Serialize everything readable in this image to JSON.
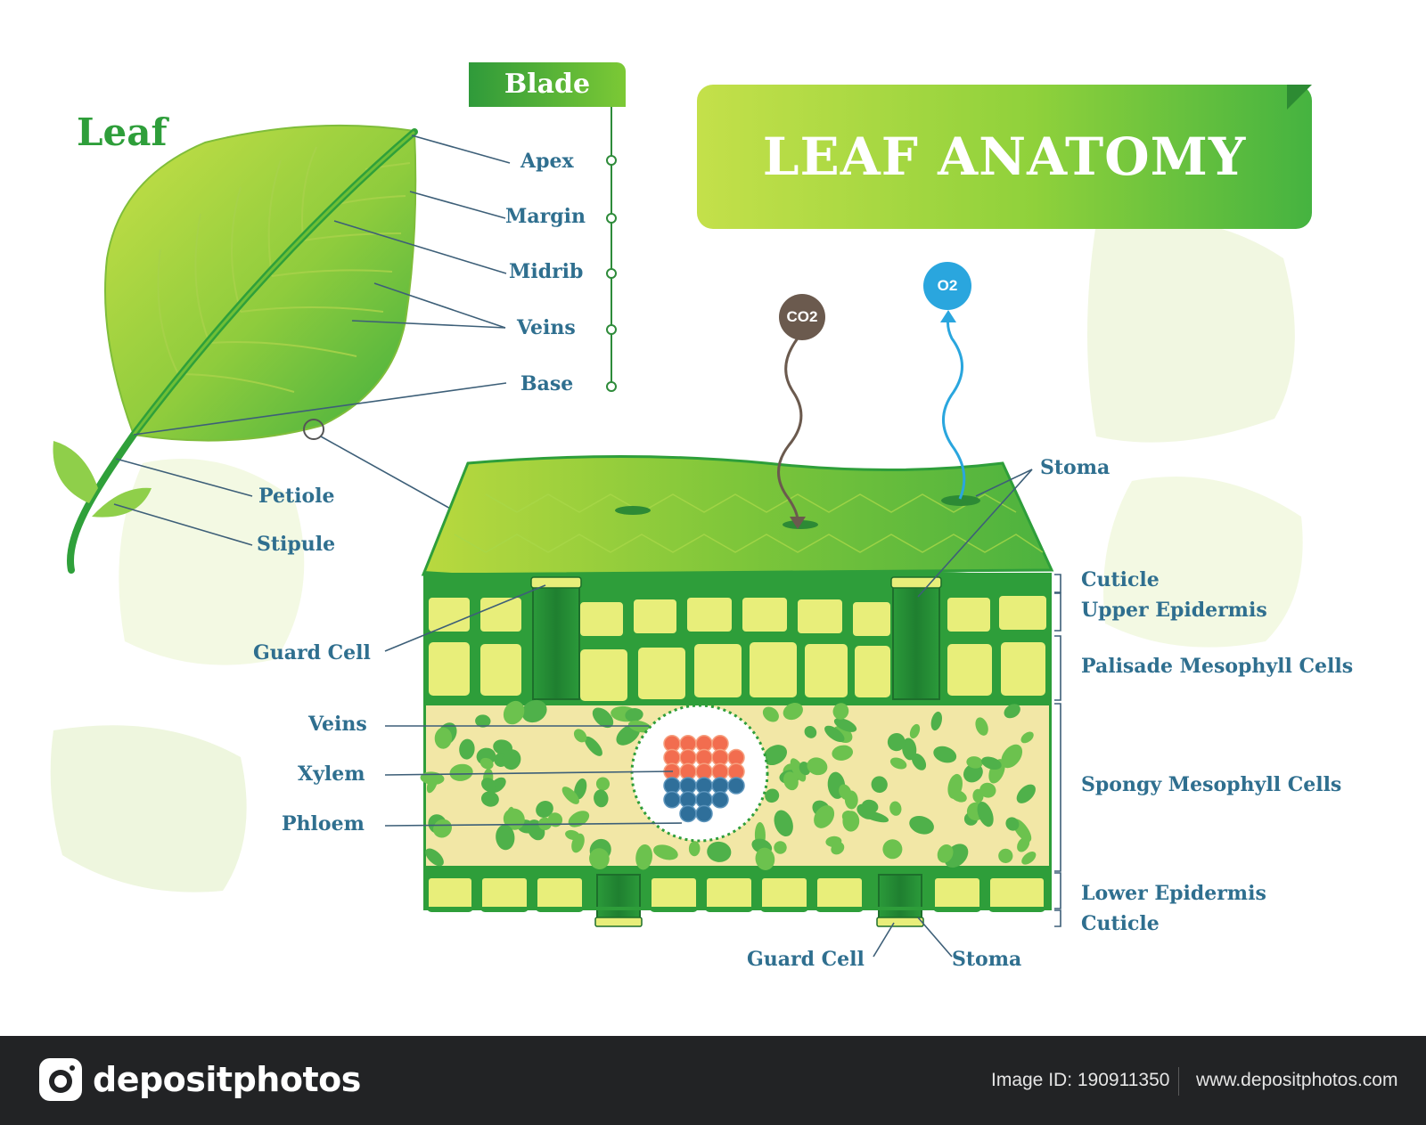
{
  "title": "LEAF ANATOMY",
  "leaf_heading": "Leaf",
  "blade_heading": "Blade",
  "blade_labels": [
    "Apex",
    "Margin",
    "Midrib",
    "Veins",
    "Base"
  ],
  "leaf_labels": {
    "petiole": "Petiole",
    "stipule": "Stipule"
  },
  "gases": {
    "co2": "CO2",
    "o2": "O2"
  },
  "cross_section_left": {
    "guard_cell": "Guard Cell",
    "veins": "Veins",
    "xylem": "Xylem",
    "phloem": "Phloem"
  },
  "cross_section_right": {
    "stoma": "Stoma",
    "cuticle_top": "Cuticle",
    "upper_epidermis": "Upper Epidermis",
    "palisade": "Palisade Mesophyll Cells",
    "spongy": "Spongy Mesophyll Cells",
    "lower_epidermis": "Lower Epidermis",
    "cuticle_bottom": "Cuticle"
  },
  "cross_section_bottom": {
    "guard_cell": "Guard Cell",
    "stoma": "Stoma"
  },
  "footer": {
    "brand": "depositphotos",
    "image_id": "Image ID: 190911350",
    "site": "www.depositphotos.com"
  },
  "colors": {
    "label_text": "#2f6f8f",
    "green_dark": "#2e9e3a",
    "green_light": "#c4e04a",
    "cell_yellow": "#e8ee7a",
    "xylem": "#f26d4f",
    "phloem": "#2f6f9a",
    "co2": "#6b5a4e",
    "o2": "#2aa6de",
    "footer_bg": "#222325"
  }
}
